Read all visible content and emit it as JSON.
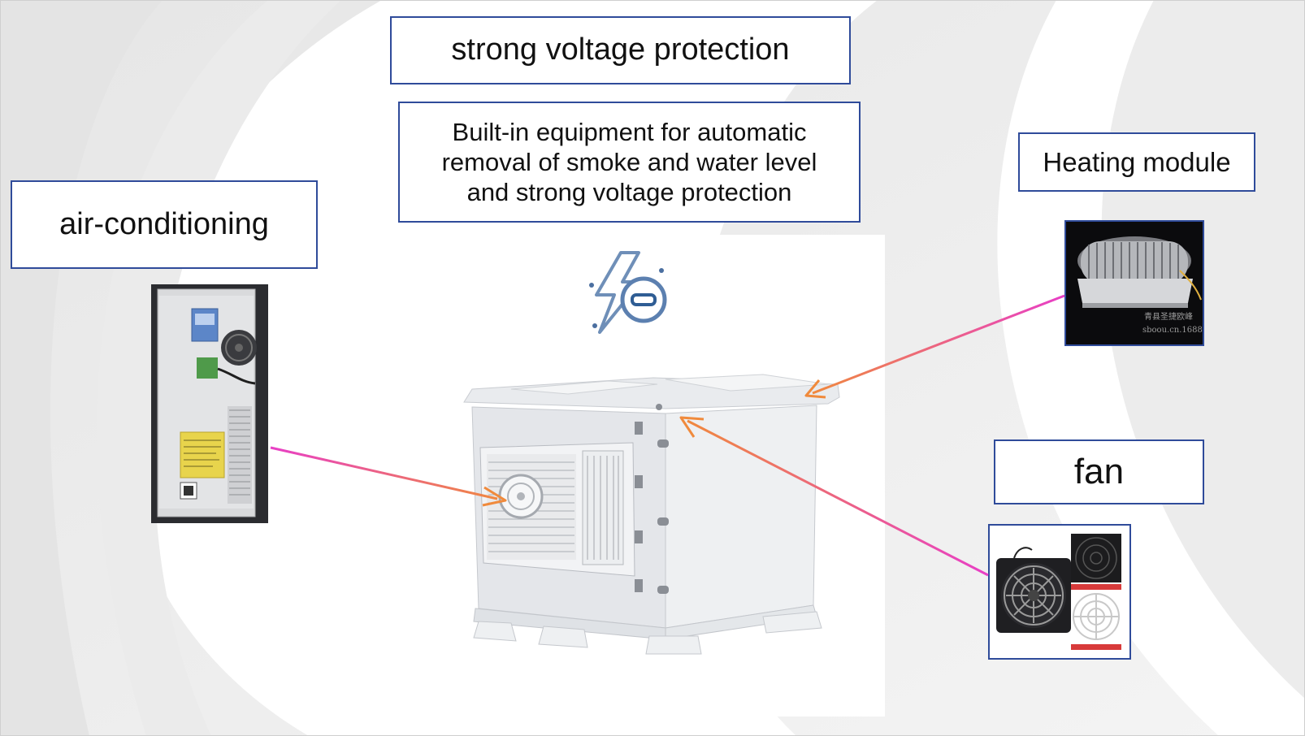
{
  "slide": {
    "labels": {
      "top_title": "strong voltage protection",
      "built_in": "Built-in equipment for automatic removal of smoke and water level and strong voltage protection",
      "air_conditioning": "air-conditioning",
      "heating_module": "Heating module",
      "fan": "fan"
    },
    "watermark": {
      "line1": "青县圣捷欧峰",
      "line2": "sboou.cn.1688"
    },
    "colors": {
      "box_border": "#2f4b9a",
      "arrow_start": "#e83fc6",
      "arrow_end": "#f08a3c",
      "background": "#f2f2f2",
      "cabinet": "#e9ebee"
    },
    "icons": [
      "lightning-protection-icon"
    ]
  }
}
